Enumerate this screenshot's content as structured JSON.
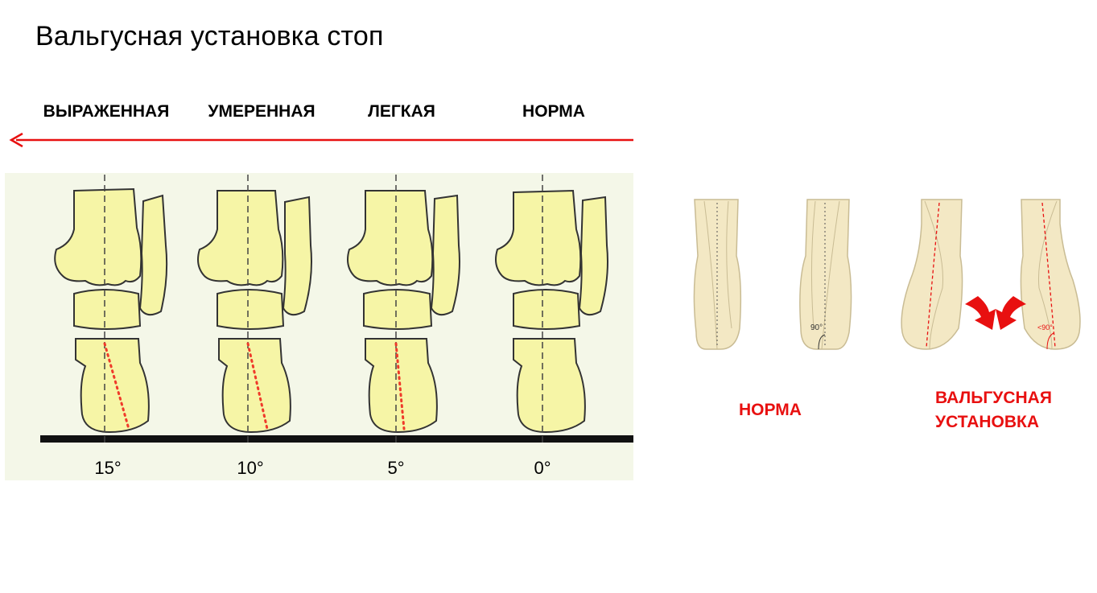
{
  "title": "Вальгусная установка стоп",
  "stages": [
    {
      "label": "ВЫРАЖЕННАЯ",
      "angle": "15°"
    },
    {
      "label": "УМЕРЕННАЯ",
      "angle": "10°"
    },
    {
      "label": "ЛЕГКАЯ",
      "angle": "5°"
    },
    {
      "label": "НОРМА",
      "angle": "0°"
    }
  ],
  "right_labels": {
    "norm": "НОРМА",
    "valgus_line1": "ВАЛЬГУСНАЯ",
    "valgus_line2": "УСТАНОВКА"
  },
  "foot_angles": {
    "norm": "90°",
    "valgus": "<90°"
  },
  "colors": {
    "accent_red": "#e81010",
    "bone_yellow": "#f6f5a6",
    "panel_bg": "#f4f7e8",
    "foot_fill": "#f3e8c4"
  }
}
